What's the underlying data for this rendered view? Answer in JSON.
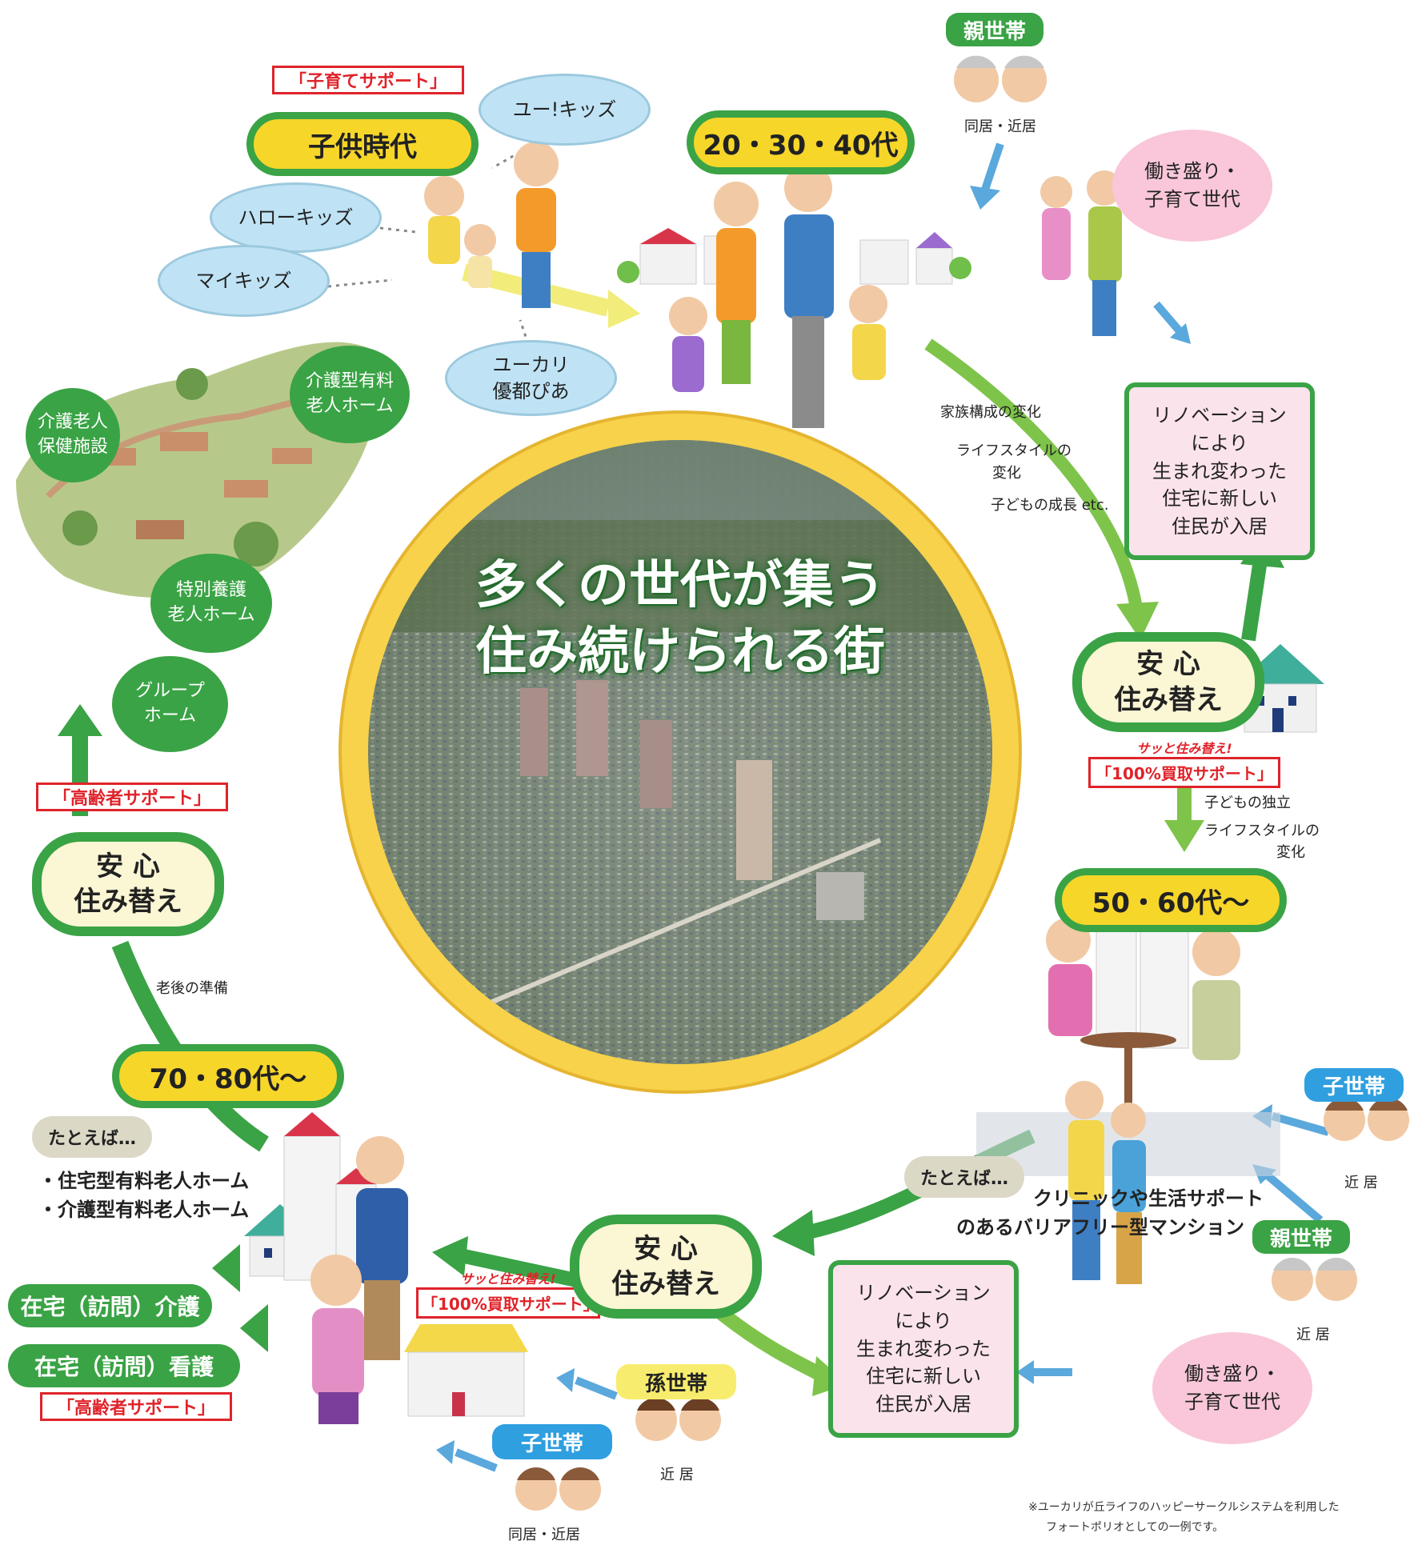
{
  "title": {
    "line1": "多くの世代が集う",
    "line2": "住み続けられる街"
  },
  "stages": {
    "childhood": "子供時代",
    "age_20_40": "20・30・40代",
    "age_50_60": "50・60代～",
    "age_70_80": "70・80代～"
  },
  "supports": {
    "kids": "「子育てサポート」",
    "elder_top": "「高齢者サポート」",
    "elder_bottom": "「高齢者サポート」",
    "buyback_right_line1": "サッと住み替え!",
    "buyback_right_line2": "「100%買取サポート」",
    "buyback_bottom_line1": "サッと住み替え!",
    "buyback_bottom_line2": "「100%買取サポート」"
  },
  "kids_facilities": {
    "yu_kids": "ユー!キッズ",
    "hello_kids": "ハローキッズ",
    "my_kids": "マイキッズ",
    "yukari_line1": "ユーカリ",
    "yukari_line2": "優都ぴあ"
  },
  "elder_facilities": {
    "kaigo_roujin_line1": "介護老人",
    "kaigo_roujin_line2": "保健施設",
    "kaigo_yuryo_line1": "介護型有料",
    "kaigo_yuryo_line2": "老人ホーム",
    "tokubetsu_line1": "特別養護",
    "tokubetsu_line2": "老人ホーム",
    "group_line1": "グループ",
    "group_line2": "ホーム"
  },
  "anshin": {
    "line1": "安 心",
    "line2": "住み替え"
  },
  "households": {
    "oya_top": "親世帯",
    "oya_top_caption": "同居・近居",
    "ko_right": "子世帯",
    "ko_right_caption": "近 居",
    "oya_right": "親世帯",
    "oya_right_caption": "近 居",
    "mago": "孫世帯",
    "mago_caption": "近 居",
    "ko_bottom": "子世帯",
    "ko_bottom_caption": "同居・近居"
  },
  "working": {
    "line1": "働き盛り・",
    "line2": "子育て世代"
  },
  "renovation": {
    "line1": "リノベーション",
    "line2": "により",
    "line3": "生まれ変わった",
    "line4": "住宅に新しい",
    "line5": "住民が入居"
  },
  "notes": {
    "family_change": "家族構成の変化",
    "lifestyle_change_1": "ライフスタイルの",
    "lifestyle_change_2": "変化",
    "child_growth": "子どもの成長 etc.",
    "child_indep": "子どもの独立",
    "lifestyle_change_b1": "ライフスタイルの",
    "lifestyle_change_b2": "変化",
    "old_age_prep": "老後の準備"
  },
  "examples": {
    "tatoeba_right": "たとえば…",
    "clinic_line1": "クリニックや生活サポート",
    "clinic_line2": "のあるバリアフリー型マンション",
    "tatoeba_left": "たとえば…",
    "home_item1": "・住宅型有料老人ホーム",
    "home_item2": "・介護型有料老人ホーム"
  },
  "home_care": {
    "kaigo": "在宅（訪問）介護",
    "kango": "在宅（訪問）看護"
  },
  "footnote": {
    "line1": "※ユーカリが丘ライフのハッピーサークルシステムを利用した",
    "line2": "フォートポリオとしての一例です。"
  },
  "colors": {
    "green": "#3aa345",
    "yellow": "#f7d62a",
    "ring": "#f7d24a",
    "blue_arrow": "#5aa8dc",
    "red": "#e0232a",
    "pink": "#f9c7d9"
  }
}
